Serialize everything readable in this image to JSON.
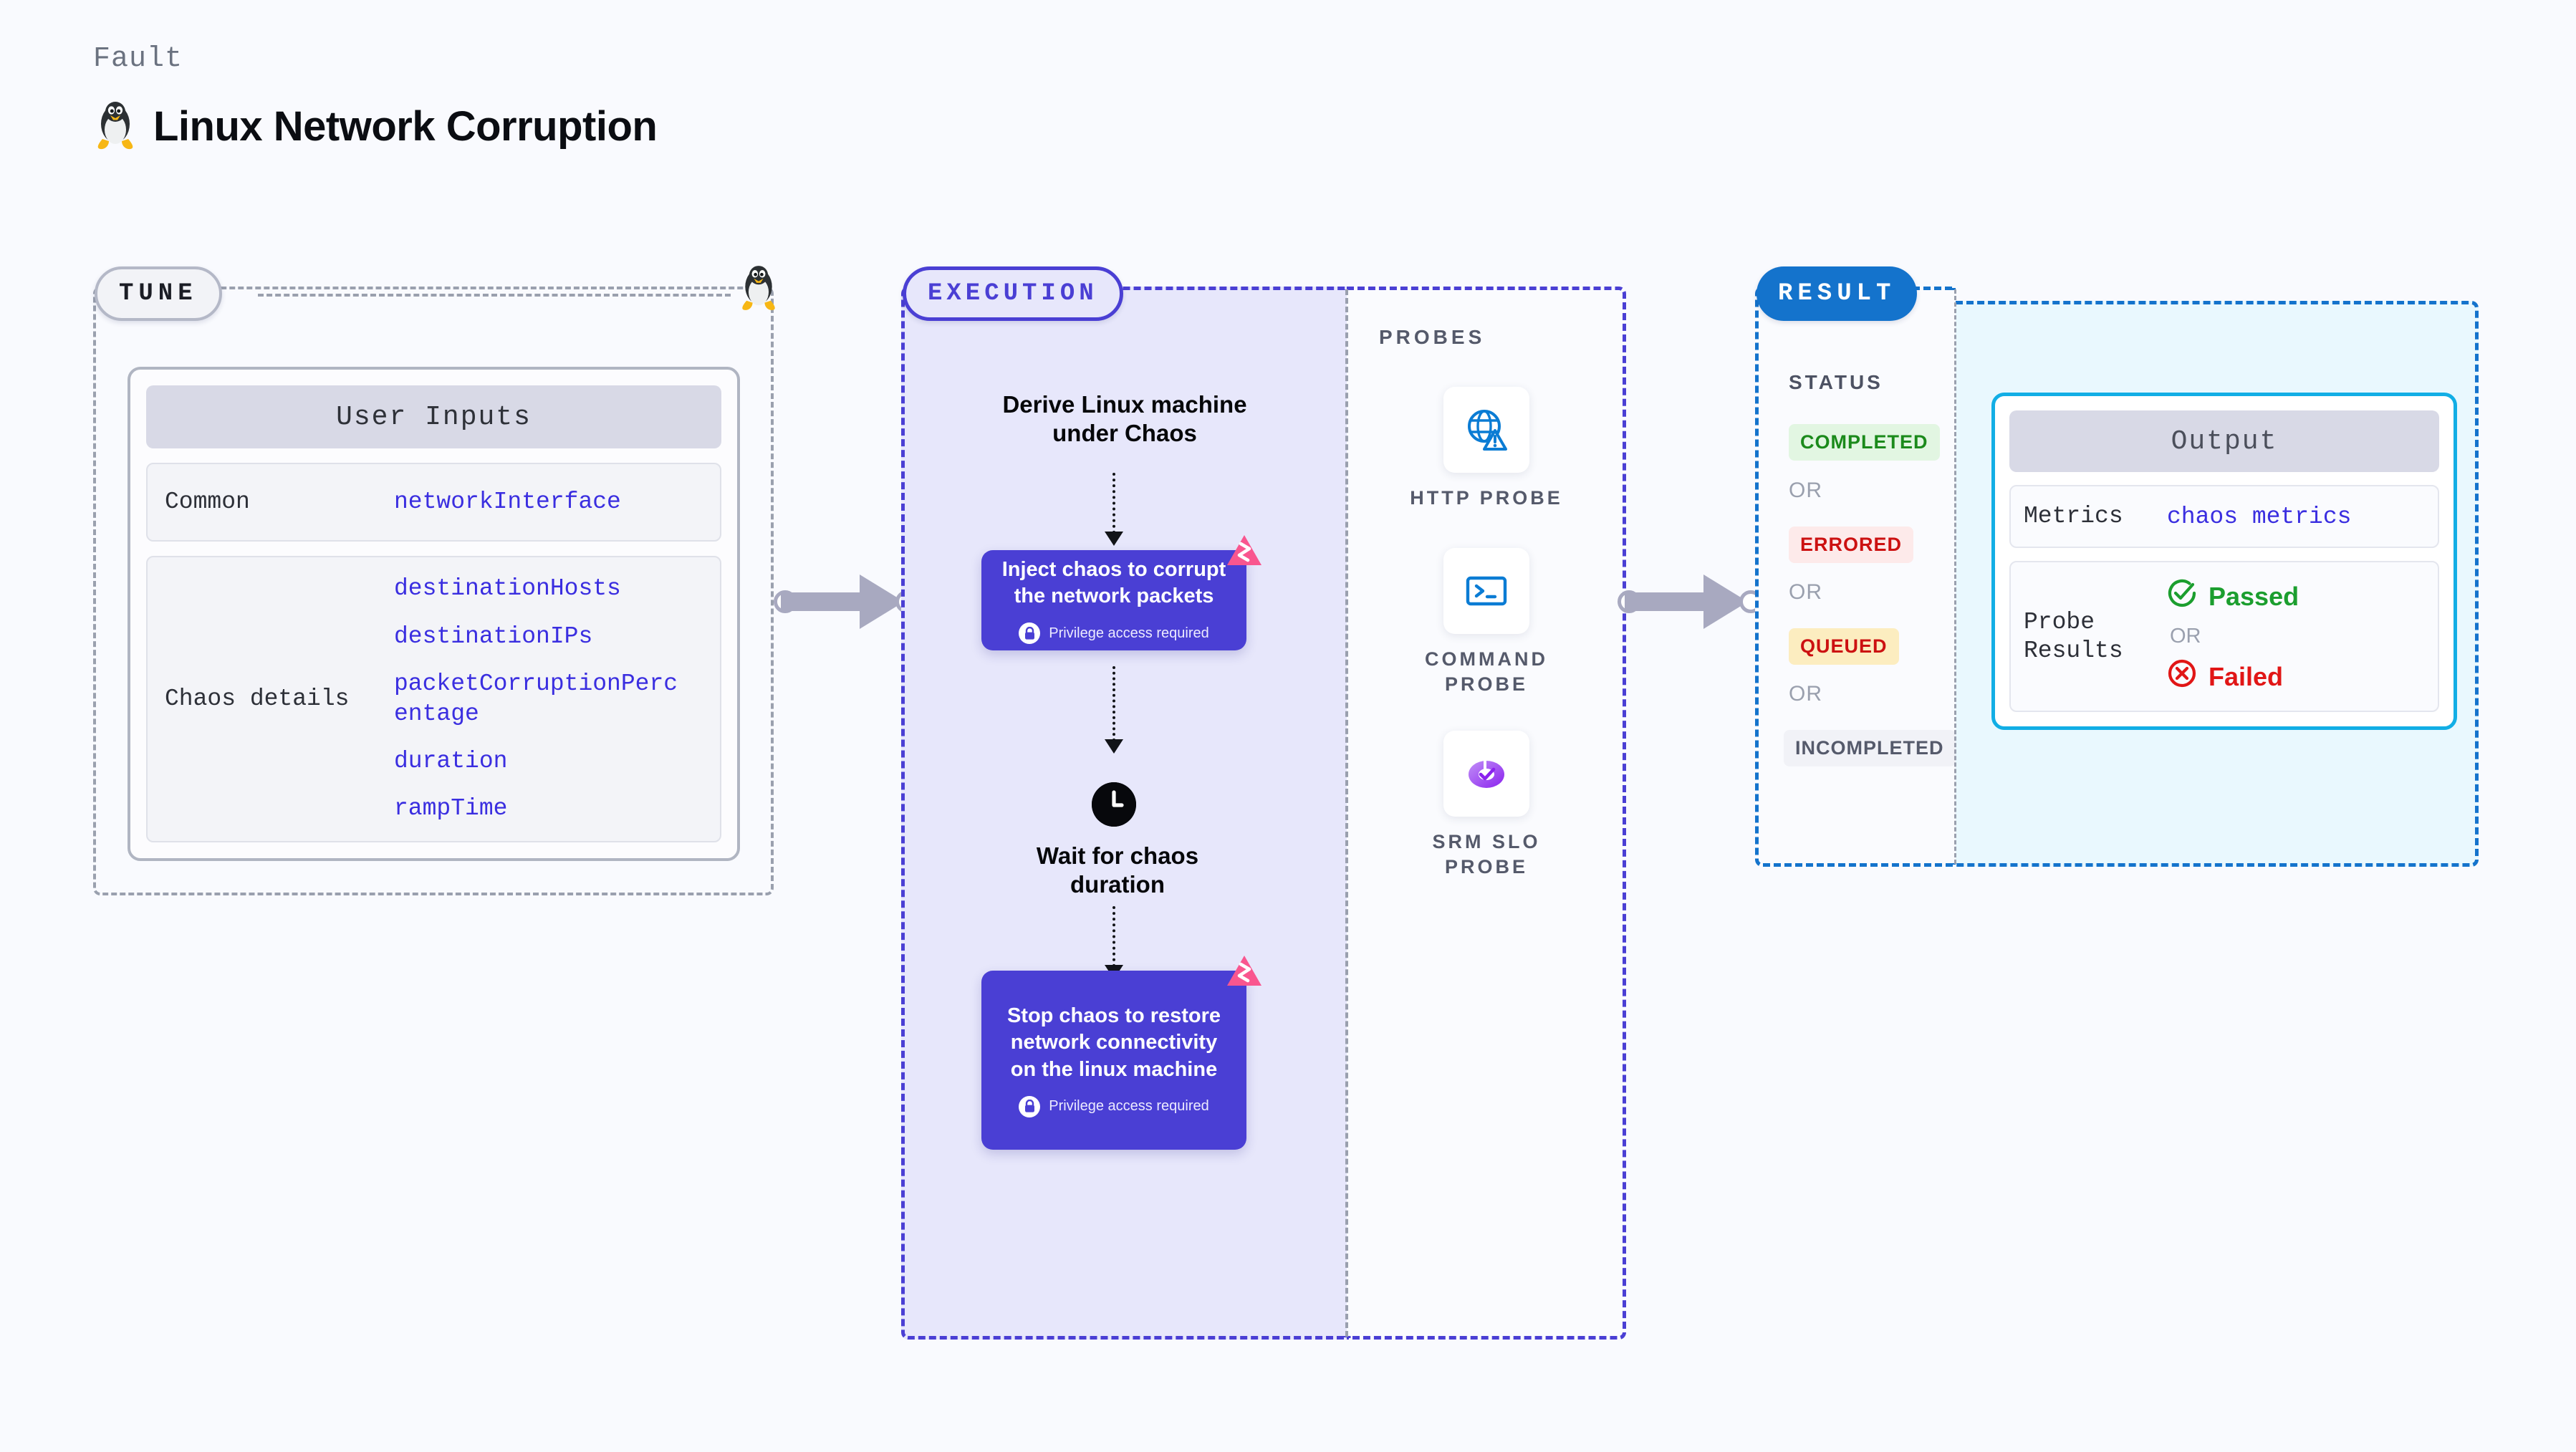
{
  "header": {
    "kicker": "Fault",
    "title": "Linux Network Corruption",
    "icon": "linux-penguin-icon"
  },
  "tune": {
    "badge": "TUNE",
    "icon": "linux-penguin-icon",
    "card_title": "User Inputs",
    "rows": [
      {
        "key": "Common",
        "values": [
          "networkInterface"
        ]
      },
      {
        "key": "Chaos details",
        "values": [
          "destinationHosts",
          "destinationIPs",
          "packetCorruptionPercentage",
          "duration",
          "rampTime"
        ]
      }
    ]
  },
  "execution": {
    "badge": "EXECUTION",
    "steps": [
      {
        "type": "text",
        "label": "Derive Linux machine under Chaos"
      },
      {
        "type": "card",
        "label": "Inject chaos to corrupt the network packets",
        "note": "Privilege access required",
        "badge_icon": "litmus-chaos-icon",
        "lock_icon": "lock-icon"
      },
      {
        "type": "text",
        "label": "Wait for chaos duration",
        "icon": "clock-icon"
      },
      {
        "type": "card",
        "label": "Stop chaos to restore network connectivity on the linux machine",
        "note": "Privilege access required",
        "badge_icon": "litmus-chaos-icon",
        "lock_icon": "lock-icon"
      }
    ]
  },
  "probes": {
    "label": "PROBES",
    "items": [
      {
        "label": "HTTP PROBE",
        "icon": "globe-warning-icon"
      },
      {
        "label": "COMMAND PROBE",
        "icon": "terminal-icon"
      },
      {
        "label": "SRM SLO PROBE",
        "icon": "srm-slo-donut-icon"
      }
    ]
  },
  "result": {
    "badge": "RESULT",
    "status_label": "STATUS",
    "or": "OR",
    "statuses": [
      {
        "label": "COMPLETED",
        "color": "#1b8a1b",
        "background": "#e2f6e2"
      },
      {
        "label": "ERRORED",
        "color": "#cc1111",
        "background": "#fdeaea"
      },
      {
        "label": "QUEUED",
        "color": "#cc1111",
        "background": "#fcedc0"
      },
      {
        "label": "INCOMPLETED",
        "color": "#555a6b",
        "background": "#f1f2f7"
      }
    ]
  },
  "output": {
    "title": "Output",
    "rows": [
      {
        "key": "Metrics",
        "value": "chaos metrics"
      },
      {
        "key": "Probe Results",
        "pass": "Passed",
        "or": "OR",
        "fail": "Failed",
        "pass_icon": "check-circle-icon",
        "fail_icon": "x-circle-icon"
      }
    ]
  },
  "colors": {
    "page_background": "#f9fafe",
    "tune_border": "#9aa0ae",
    "execution_border": "#4a3fd4",
    "execution_fill": "#e7e7fb",
    "result_border": "#1473cc",
    "output_fill": "#e9f8fe",
    "output_card_border": "#12aee5",
    "value_text": "#3a2ee0",
    "connector": "#a8a9c0",
    "litmus_pink": "#f9568f",
    "pass_green": "#1b9e2e",
    "fail_red": "#e11616"
  }
}
